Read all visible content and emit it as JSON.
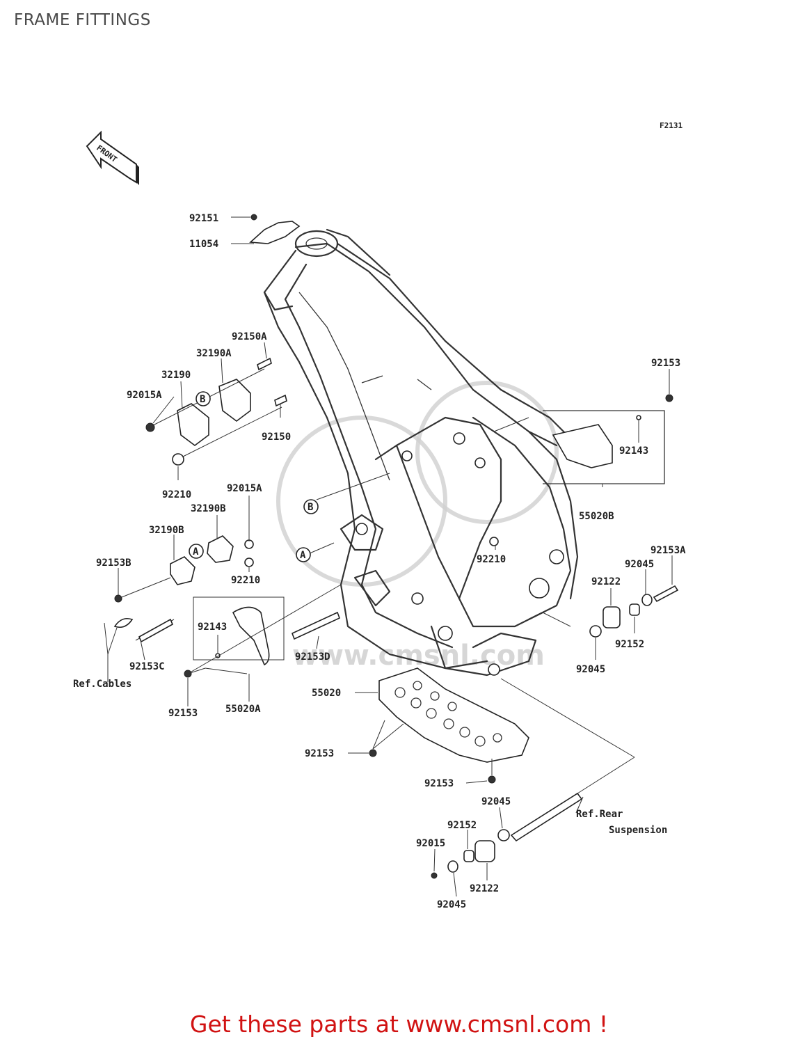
{
  "page": {
    "title": "FRAME FITTINGS"
  },
  "diagram": {
    "figure_code": "F2131",
    "front_arrow_label": "FRONT",
    "watermark_text": "www.cmsnl.com",
    "callouts": {
      "c92151": "92151",
      "c11054": "11054",
      "c92150A": "92150A",
      "c32190A": "32190A",
      "c32190": "32190",
      "c92015A_top": "92015A",
      "c92150": "92150",
      "c92210_top": "92210",
      "c92015A_mid": "92015A",
      "c32190B_right": "32190B",
      "c32190B_left": "32190B",
      "c92153B": "92153B",
      "c92210_mid": "92210",
      "c92210_frame": "92210",
      "c92143_left": "92143",
      "c92153C": "92153C",
      "c92153D": "92153D",
      "c92153_left": "92153",
      "c55020A": "55020A",
      "c55020": "55020",
      "c92153_plate": "92153",
      "c92153_bottom": "92153",
      "c92153_top": "92153",
      "c92143_right": "92143",
      "c55020B": "55020B",
      "c92153A": "92153A",
      "c92045_right": "92045",
      "c92122_right": "92122",
      "c92152_right": "92152",
      "c92045_right2": "92045",
      "c92045_low1": "92045",
      "c92152_low": "92152",
      "c92015": "92015",
      "c92122_low": "92122",
      "c92045_low2": "92045"
    },
    "refs": {
      "cables": "Ref.Cables",
      "rear_line1": "Ref.Rear",
      "rear_line2": "Suspension"
    },
    "markers": {
      "a": "A",
      "b": "B"
    }
  },
  "footer": {
    "promo": "Get these parts at www.cmsnl.com !",
    "promo_color": "#d11212"
  }
}
